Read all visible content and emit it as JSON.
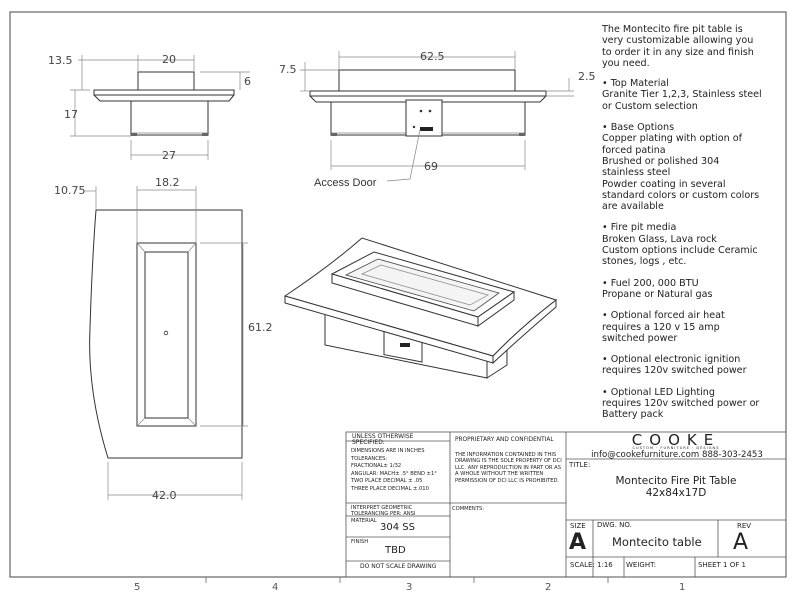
{
  "dimensions": {
    "side_depth": "13.5",
    "side_insert_width": "20",
    "side_insert_height": "6",
    "side_height": "17",
    "side_base_width": "27",
    "front_length": "62.5",
    "front_insert_height": "7.5",
    "front_overhang": "2.5",
    "front_base_length": "69",
    "top_edge": "10.75",
    "top_insert_width": "18.2",
    "top_insert_length": "61.2",
    "top_width": "42.0"
  },
  "labels": {
    "access_door": "Access Door"
  },
  "notes": {
    "intro": "The Montecito fire pit table is very customizable allowing you to order it in any size and finish you need.",
    "items": [
      {
        "title": "• Top Material",
        "body": "Granite Tier 1,2,3, Stainless steel or Custom selection"
      },
      {
        "title": "• Base Options",
        "body": "Copper plating with option of forced patina\nBrushed or polished  304 stainless steel\nPowder coating in several standard colors or custom colors are available"
      },
      {
        "title": "• Fire pit media",
        "body": "Broken Glass, Lava rock\nCustom options include Ceramic stones, logs , etc."
      },
      {
        "title": "• Fuel  200, 000 BTU",
        "body": "Propane or Natural gas"
      },
      {
        "title": "• Optional forced air heat",
        "body": "requires a 120 v 15 amp switched power"
      },
      {
        "title": "• Optional electronic ignition",
        "body": "requires 120v switched power"
      },
      {
        "title": "• Optional LED Lighting",
        "body": "requires 120v switched power or Battery pack"
      }
    ]
  },
  "title_block": {
    "unless_specified": "UNLESS OTHERWISE SPECIFIED:",
    "tolerances": "DIMENSIONS ARE IN INCHES\nTOLERANCES:\nFRACTIONAL± 1/32\nANGULAR: MACH± .5° BEND ±1°\nTWO PLACE DECIMAL   ± .05\nTHREE PLACE DECIMAL  ±.010",
    "interpret": "INTERPRET GEOMETRIC\nTOLERANCING PER: ANSI",
    "material_label": "MATERIAL",
    "material": "304 SS",
    "finish_label": "FINISH",
    "finish": "TBD",
    "do_not_scale": "DO NOT SCALE DRAWING",
    "proprietary_title": "PROPRIETARY AND CONFIDENTIAL",
    "proprietary_text": "THE INFORMATION CONTAINED IN THIS DRAWING IS THE SOLE PROPERTY OF DCI LLC. ANY REPRODUCTION IN PART OR AS A WHOLE WITHOUT THE WRITTEN PERMISSION OF DCI LLC IS PROHIBITED.",
    "comments": "COMMENTS:",
    "brand": "COOKE",
    "brand_sub": "CUSTOM · FURNITURE · DESIGNS",
    "contact": "info@cookefurniture.com 888-303-2453",
    "title_label": "TITLE:",
    "title_line1": "Montecito Fire Pit Table",
    "title_line2": "42x84x17D",
    "size_label": "SIZE",
    "size": "A",
    "dwg_label": "DWG.  NO.",
    "dwg_no": "Montecito table",
    "rev_label": "REV",
    "rev": "A",
    "scale": "SCALE: 1:16",
    "weight": "WEIGHT:",
    "sheet": "SHEET 1 OF 1"
  },
  "zones": [
    "5",
    "4",
    "3",
    "2",
    "1"
  ]
}
